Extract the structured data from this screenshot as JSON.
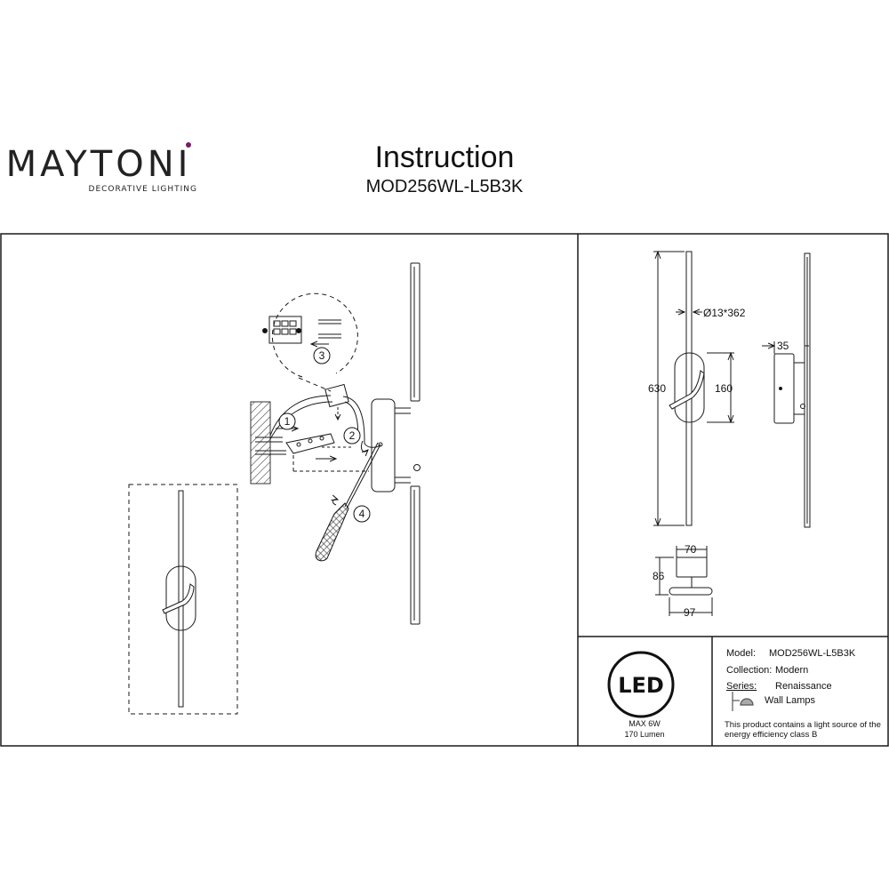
{
  "header": {
    "brand": "MAYTONI",
    "brand_tagline": "DECORATIVE LIGHTING",
    "title": "Instruction",
    "model_code": "MOD256WL-L5B3K"
  },
  "installation": {
    "steps": [
      "1",
      "2",
      "3",
      "4"
    ]
  },
  "dimensions": {
    "height": "630",
    "diameter_length": "Ø13*362",
    "plate_height": "160",
    "depth": "35",
    "base_width": "70",
    "base_height": "86",
    "total_width": "97"
  },
  "energy": {
    "badge": "LED",
    "max_power": "MAX 6W",
    "lumen": "170 Lumen"
  },
  "specs": {
    "model_label": "Model:",
    "model_value": "MOD256WL-L5B3K",
    "collection_label": "Collection:",
    "collection_value": "Modern",
    "series_label": "Series:",
    "series_value": "Renaissance",
    "type_value": "Wall Lamps",
    "note": "This product contains a light source of the energy efficiency class B"
  },
  "colors": {
    "brand_dot": "#7a1a6a",
    "line": "#1a1a1a"
  }
}
